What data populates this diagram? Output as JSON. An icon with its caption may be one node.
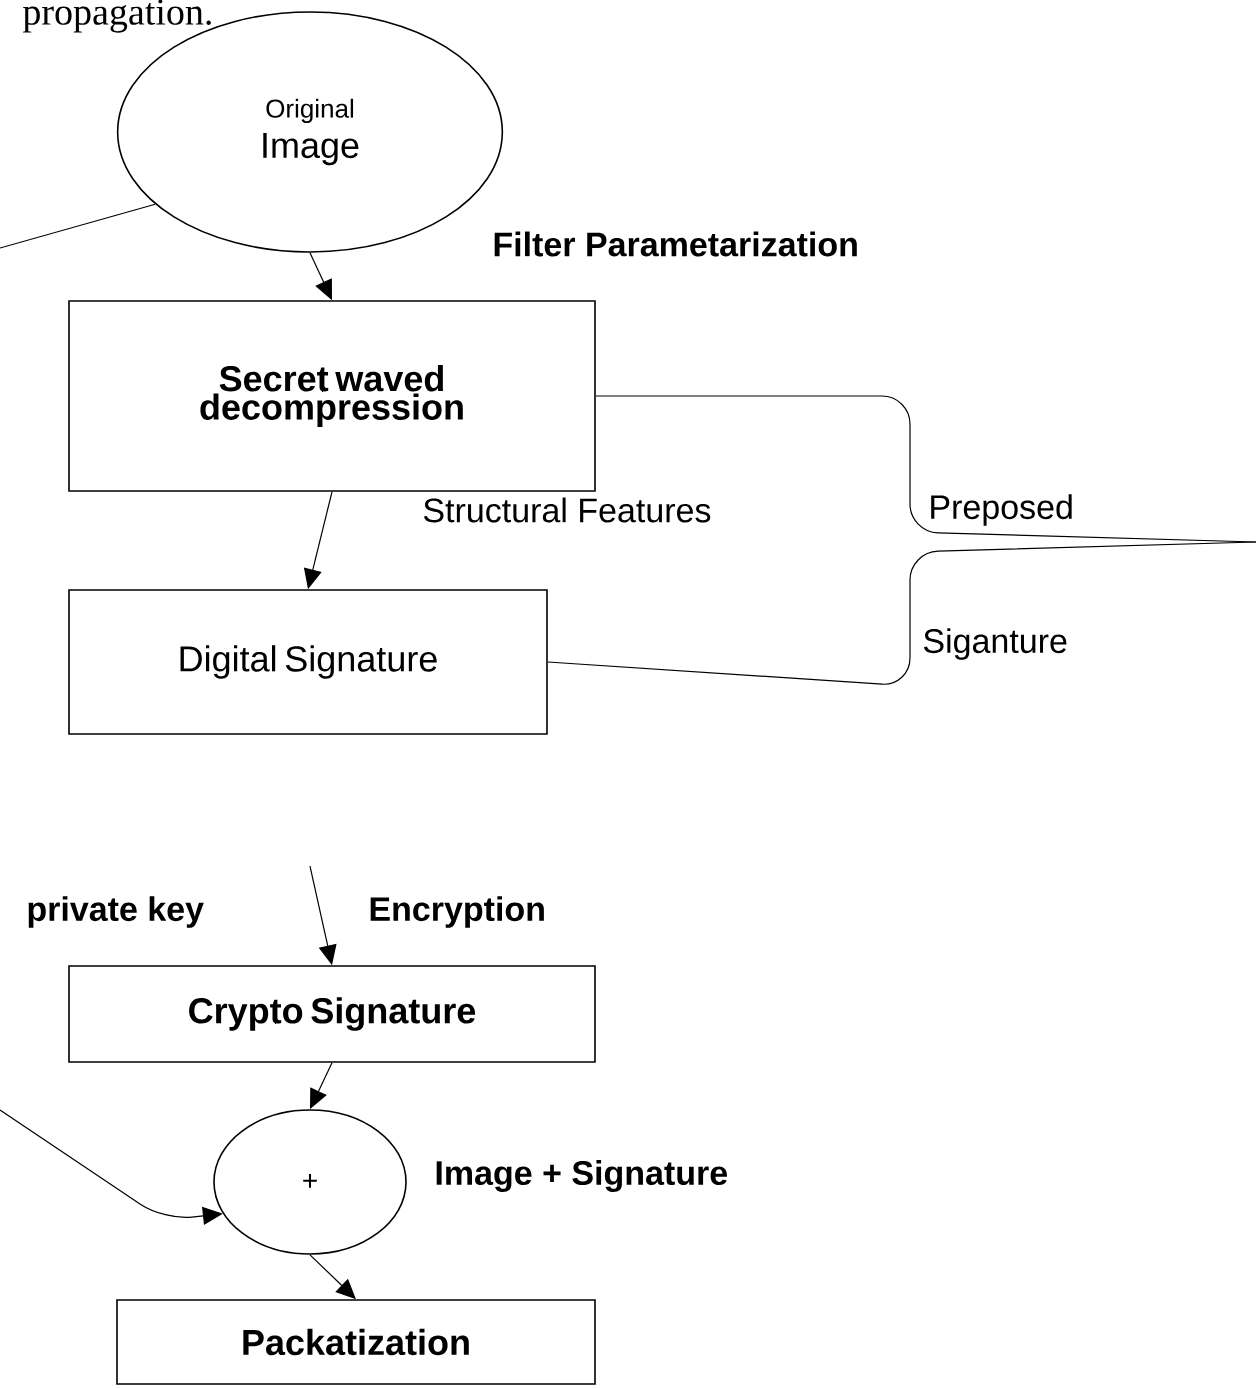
{
  "diagram": {
    "nodes": [
      {
        "text": [
          "Original",
          "Image"
        ]
      },
      {
        "text": [
          "Secret waved decompression"
        ]
      },
      {
        "text": [
          "Digital Signature"
        ]
      },
      {
        "text": [
          "Crypto Signature"
        ]
      },
      {
        "text": [
          "+"
        ]
      },
      {
        "text": [
          "Packatization"
        ]
      }
    ],
    "edges": [
      {
        "from": null,
        "to": 0,
        "arrow": "none"
      },
      {
        "from": 0,
        "to": 1,
        "arrow": "to"
      },
      {
        "from": 1,
        "to": 2,
        "arrow": "to"
      },
      {
        "from": 1,
        "to": null,
        "arrow": "none"
      },
      {
        "from": 2,
        "to": null,
        "arrow": "none"
      },
      {
        "from": null,
        "to": 3,
        "arrow": "to"
      },
      {
        "from": 3,
        "to": 4,
        "arrow": "to"
      },
      {
        "from": null,
        "to": 4,
        "arrow": "to"
      },
      {
        "from": 4,
        "to": 5,
        "arrow": "to"
      }
    ],
    "labels": [
      "propagation.",
      "Filter Parametarization",
      "Structural Features",
      "Preposed",
      "Siganture",
      "private key",
      "Encryption",
      "Image + Signature"
    ]
  }
}
